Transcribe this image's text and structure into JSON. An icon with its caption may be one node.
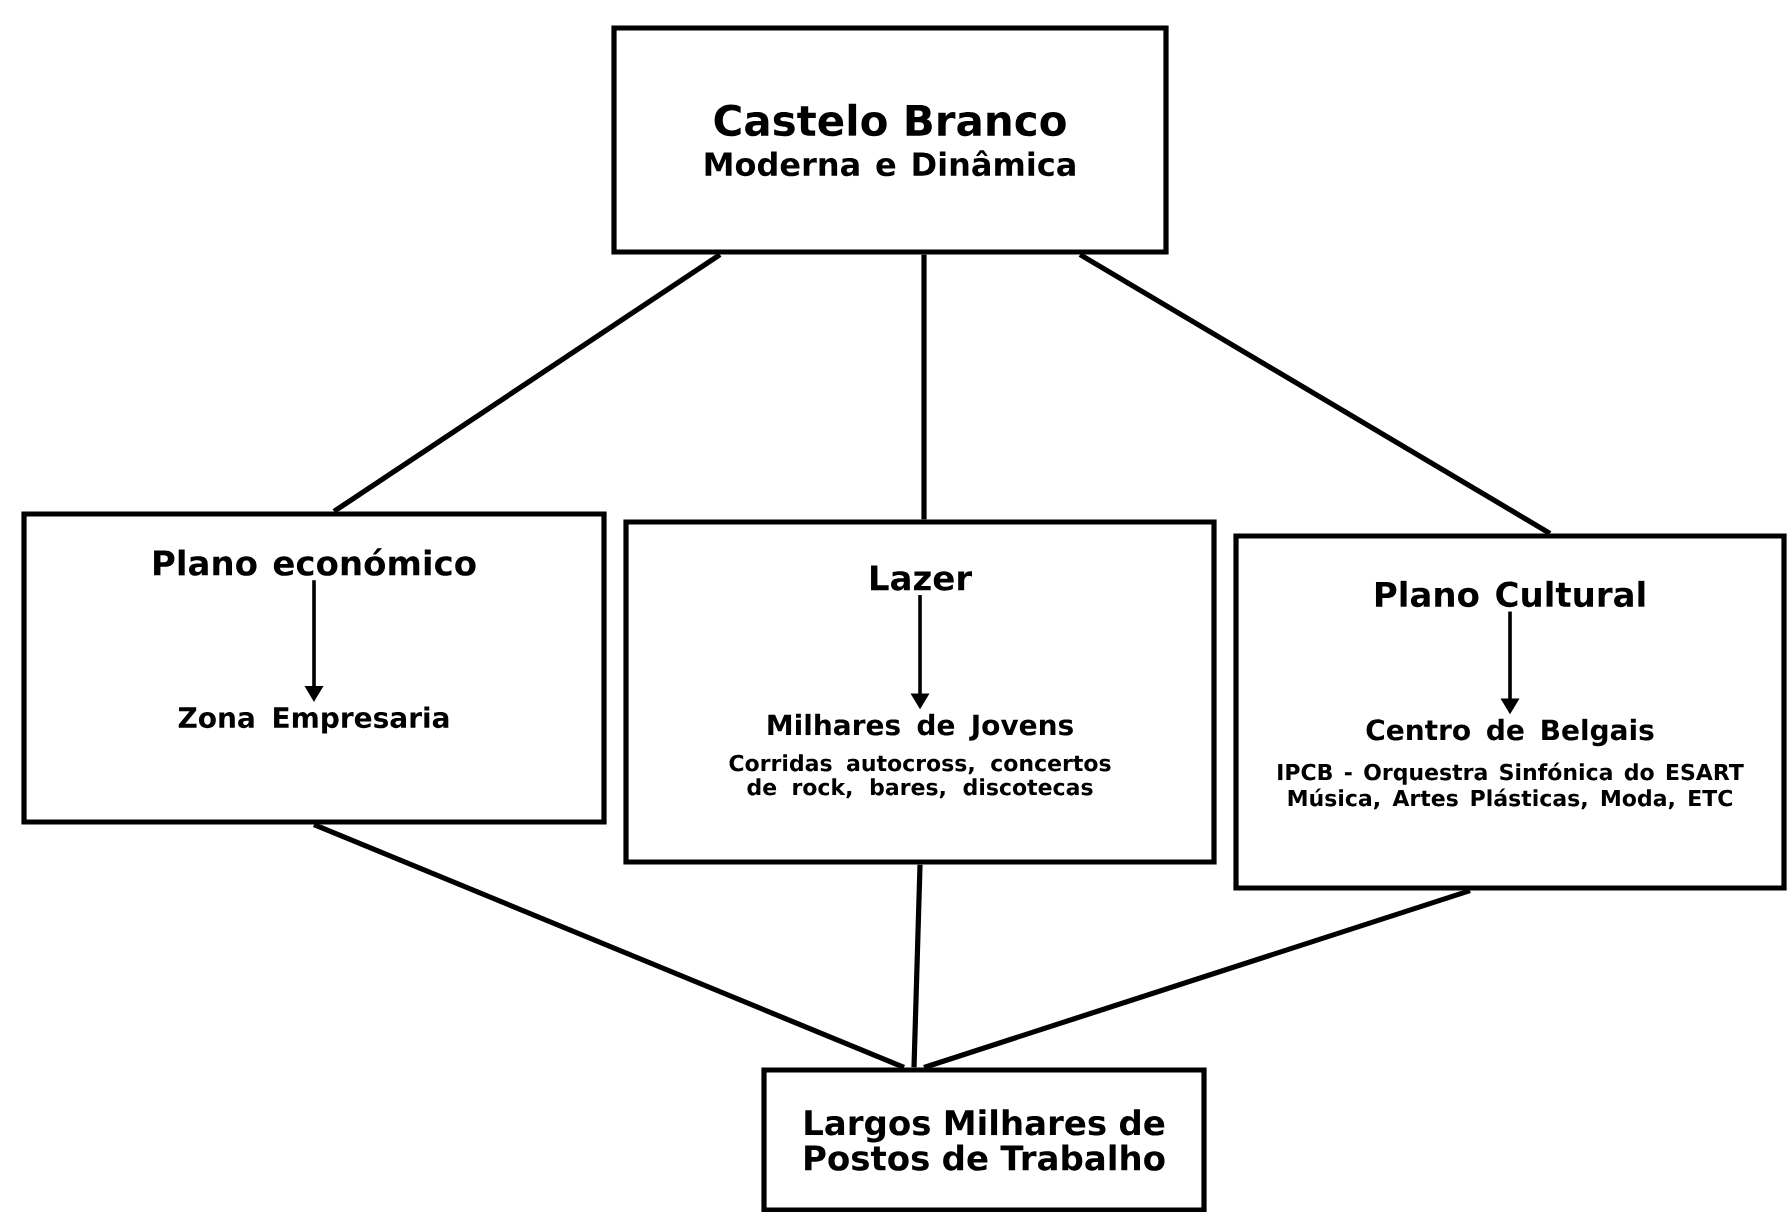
{
  "diagram": {
    "nodes": [
      {
        "text": [
          "Castelo Branco",
          "Moderna e Dinâmica"
        ]
      },
      {
        "text": [],
        "shape": "box"
      },
      {
        "text": [
          "Plano económico"
        ],
        "in": 1
      },
      {
        "text": [
          "Zona Empresaria"
        ],
        "in": 1
      },
      {
        "text": [],
        "shape": "box"
      },
      {
        "text": [
          "Lazer"
        ],
        "in": 4
      },
      {
        "text": [
          "Milhares de Jovens",
          "Corridas autocross, concertos de rock, bares, discotecas"
        ],
        "in": 4
      },
      {
        "text": [],
        "shape": "box"
      },
      {
        "text": [
          "Plano Cultural"
        ],
        "in": 7
      },
      {
        "text": [
          "Centro de Belgais",
          "IPCB - Orquestra Sinfónica do ESART",
          "Música, Artes Plásticas, Moda, ETC"
        ],
        "in": 7
      },
      {
        "text": [
          "Largos Milhares de Postos de Trabalho"
        ]
      }
    ],
    "edges": [
      {
        "from": 0,
        "to": 1,
        "arrow": "none"
      },
      {
        "from": 0,
        "to": 4,
        "arrow": "none"
      },
      {
        "from": 0,
        "to": 7,
        "arrow": "none"
      },
      {
        "from": 2,
        "to": 3,
        "arrow": "to"
      },
      {
        "from": 5,
        "to": 6,
        "arrow": "to"
      },
      {
        "from": 8,
        "to": 9,
        "arrow": "to"
      },
      {
        "from": 1,
        "to": 10,
        "arrow": "none"
      },
      {
        "from": 4,
        "to": 10,
        "arrow": "none"
      },
      {
        "from": 7,
        "to": 10,
        "arrow": "none"
      }
    ]
  }
}
